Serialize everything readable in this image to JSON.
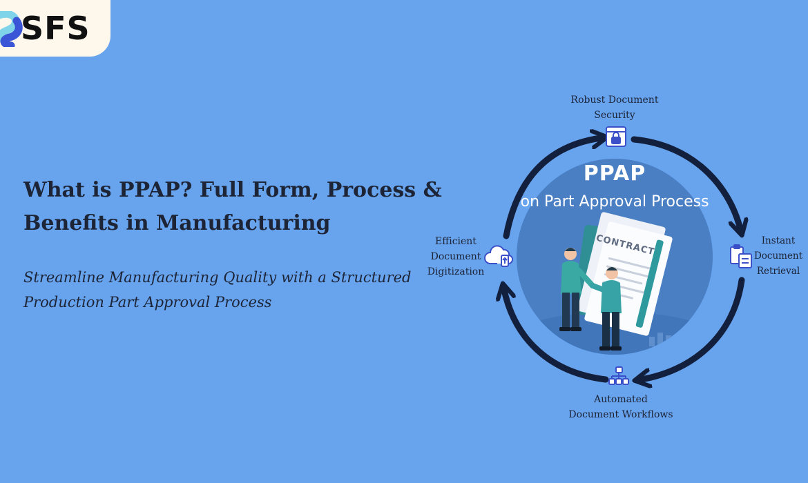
{
  "logo": {
    "text": "SFS",
    "colors": {
      "bg": "#fdf7ec",
      "mark_light": "#7fd4ea",
      "mark_dark": "#3a55d6"
    }
  },
  "hero": {
    "title_lines": [
      "What is PPAP? Full Form, Process &",
      "Benefits in Manufacturing"
    ],
    "subtitle_lines": [
      "Streamline Manufacturing Quality with a Structured",
      "Production Part Approval Process"
    ]
  },
  "diagram": {
    "center_title": "PPAP",
    "center_subtitle": "Production Part Approval Process",
    "contract_label": "CONTRACT",
    "nodes": {
      "top": {
        "lines": [
          "Robust Document",
          "Security"
        ],
        "icon": "lock-document-icon"
      },
      "right": {
        "lines": [
          "Instant",
          "Document",
          "Retrieval"
        ],
        "icon": "clipboard-documents-icon"
      },
      "bottom": {
        "lines": [
          "Automated",
          "Document Workflows"
        ],
        "icon": "workflow-hierarchy-icon"
      },
      "left": {
        "lines": [
          "Efficient",
          "Document",
          "Digitization"
        ],
        "icon": "cloud-upload-icon"
      }
    }
  },
  "colors": {
    "background": "#68a3ed",
    "arrows": "#13203d",
    "circle": "#4a7fc4",
    "icon": "#3a4fc8"
  }
}
